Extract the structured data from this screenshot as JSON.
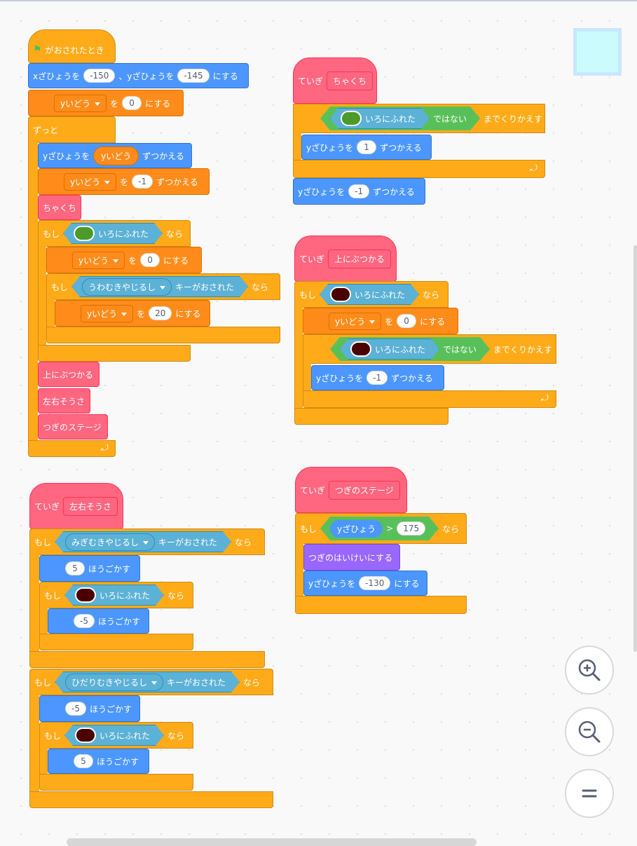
{
  "blocks": {
    "when_flag": "がおされたとき",
    "goto_1": "xざひょうを",
    "goto_x": "-150",
    "goto_2": "、yざひょうを",
    "goto_y": "-145",
    "goto_3": "にする",
    "var_y": "yいどう",
    "set_to": "を",
    "set_end": "にする",
    "change_to": "を",
    "change_end": "ずつかえる",
    "forever": "ずっと",
    "change_y": "yざひょうを",
    "change_y_end": "ずつかえる",
    "if": "もし",
    "then": "なら",
    "not": "ではない",
    "repeat_until": "までくりかえす",
    "touching_color": "いろにふれた",
    "key_pressed": "キーがおされた",
    "move_end": "ほうごかす",
    "define": "ていぎ",
    "set_y": "yざひょうを",
    "set_y_end": "にする",
    "y_position": "yざひょう",
    "switch_backdrop": "つぎのはいけいにする",
    "proc_landing": "ちゃくち",
    "proc_hit_top": "上にぶつかる",
    "proc_left_right": "左右そうさ",
    "proc_next_stage": "つぎのステージ",
    "key_up": "うわむきやじるし",
    "key_right": "みぎむきやじるし",
    "key_left": "ひだりむきやじるし",
    "v0": "0",
    "v_neg1": "-1",
    "v20": "20",
    "v1": "1",
    "v5": "5",
    "v_neg5": "-5",
    "v175": "175",
    "v_neg130": "-130",
    "gt": ">"
  },
  "colors": {
    "motion": "#4c97ff",
    "control": "#ffab19",
    "variables": "#ff8c1a",
    "my_blocks": "#ff6680",
    "sensing": "#5cb1d6",
    "operators": "#59c059",
    "looks": "#9966ff",
    "green_swatch": "#4c9a2a",
    "dark_red_swatch": "#4a0000"
  },
  "icons": [
    "green-flag-icon",
    "loop-arrow-icon",
    "dropdown-caret-icon",
    "zoom-in-icon",
    "zoom-out-icon",
    "zoom-reset-icon"
  ]
}
